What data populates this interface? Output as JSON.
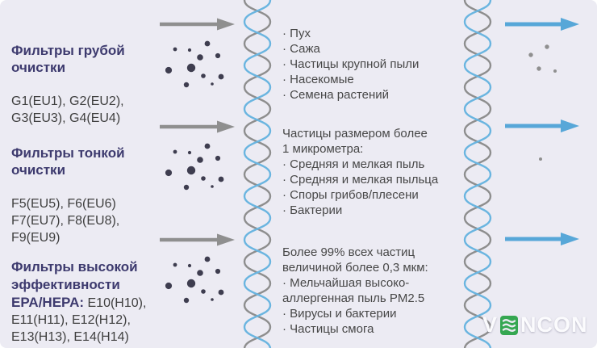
{
  "sections": [
    {
      "title": "Фильтры грубой\nочистки",
      "classes": "G1(EU1), G2(EU2),\nG3(EU3), G4(EU4)",
      "intro": "",
      "captured": [
        "Пух",
        "Сажа",
        "Частицы крупной пыли",
        "Насекомые",
        "Семена растений"
      ]
    },
    {
      "title": "Фильтры тонкой\nочистки",
      "classes": "F5(EU5), F6(EU6)\nF7(EU7), F8(EU8),\nF9(EU9)",
      "intro": "Частицы размером более\n1 микрометра:",
      "captured": [
        "Средняя и мелкая пыль",
        "Средняя и мелкая пыльца",
        "Споры грибов/плесени",
        "Бактерии"
      ]
    },
    {
      "title": "Фильтры высокой\nэффективности\nEPA/HEPA:",
      "classes": "E10(H10),\nE11(H11), E12(H12),\nE13(H13), E14(H14)",
      "intro": "Более 99% всех частиц\nвеличиной более 0,3 мкм:",
      "captured": [
        "Мельчайшая высоко-\nаллергенная пыль PM2.5",
        "Вирусы и бактерии",
        "Частицы смога"
      ]
    }
  ],
  "logo": {
    "text_left": "V",
    "text_right": "NCON"
  },
  "colors": {
    "background": "#ECEBF3",
    "title_navy": "#3D3A6E",
    "body_text": "#474747",
    "dirty_dot": "#3E3D4F",
    "gray": "#8F8F8F",
    "arrow_blue": "#57A7D8",
    "wave_blue": "#6AB5E0",
    "logo_green": "#35A751"
  }
}
